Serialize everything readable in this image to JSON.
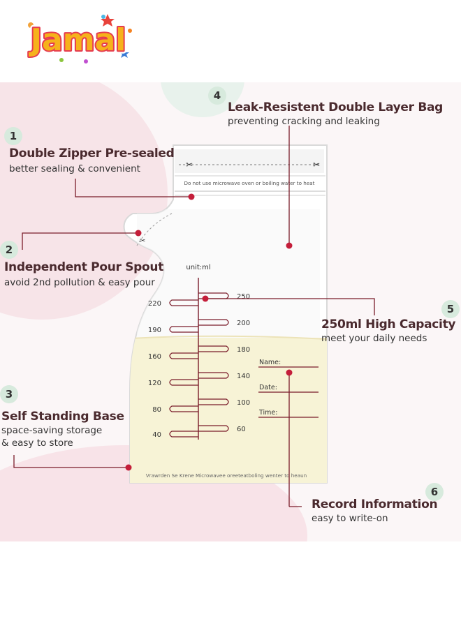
{
  "brand": {
    "logo_text": "Jamal"
  },
  "bag": {
    "warning_top": "Do not use microwave oven or boiling water to heat",
    "warning_bottom": "Vrawrden Se Krene Microwavee oreeteatboling wenter to heaun",
    "unit_label": "unit:ml",
    "scale_left": [
      "220",
      "190",
      "160",
      "120",
      "80",
      "40"
    ],
    "scale_right": [
      "250",
      "200",
      "180",
      "140",
      "100",
      "60"
    ],
    "record_fields": [
      "Name:",
      "Date:",
      "Time:"
    ]
  },
  "features": [
    {
      "number": "1",
      "title": "Double Zipper Pre-sealed",
      "description": "better sealing & convenient"
    },
    {
      "number": "2",
      "title": "Independent Pour Spout",
      "description": "avoid 2nd pollution & easy pour"
    },
    {
      "number": "3",
      "title": "Self Standing Base",
      "description": "space-saving storage\n& easy to store"
    },
    {
      "number": "4",
      "title": "Leak-Resistent Double Layer Bag",
      "description": "preventing cracking and leaking"
    },
    {
      "number": "5",
      "title": "250ml High Capacity",
      "description": "meet your daily needs"
    },
    {
      "number": "6",
      "title": "Record Information",
      "description": "easy to write-on"
    }
  ],
  "colors": {
    "accent": "#7a1c2a",
    "badge": "#d7eadd",
    "milk": "#f7f3d6",
    "panel": "#fbf6f7"
  }
}
